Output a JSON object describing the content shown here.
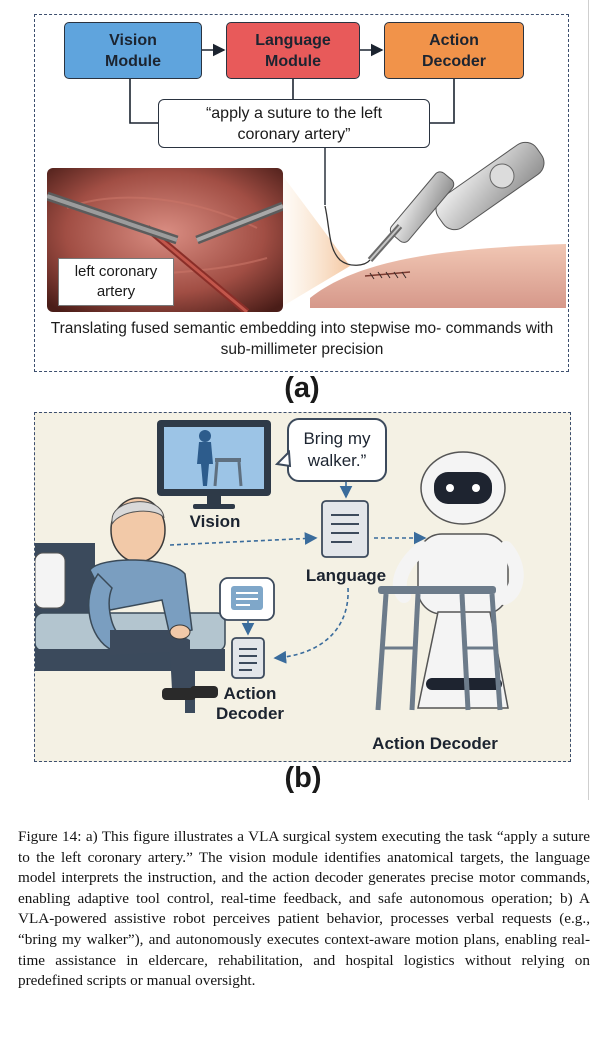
{
  "panel_a": {
    "modules": [
      {
        "label": "Vision\nModule",
        "color": "#5fa4dd"
      },
      {
        "label": "Language\nModule",
        "color": "#e85a5a"
      },
      {
        "label": "Action\nDecoder",
        "color": "#f1934a"
      }
    ],
    "instruction": "“apply a suture to the left coronary artery”",
    "artery_label": "left coronary artery",
    "caption": "Translating fused semantic embedding into stepwise mo- commands with sub-millimeter precision",
    "label": "(a)"
  },
  "panel_b": {
    "vision_label": "Vision",
    "speech": "Bring my walker.”",
    "language_label": "Language",
    "action_decoder_small": "Action Decoder",
    "action_decoder_robot": "Action Decoder",
    "label": "(b)"
  },
  "caption": {
    "text": "Figure 14: a) This figure illustrates a VLA surgical system executing the task “apply a suture to the left coronary artery.” The vision module identifies anatomical targets, the language model interprets the instruction, and the action decoder generates precise motor commands, enabling adaptive tool control, real-time feedback, and safe autonomous operation; b) A VLA-powered assistive robot perceives patient behavior, processes verbal requests (e.g., “bring my walker”), and autonomously executes context-aware motion plans, enabling real-time assistance in eldercare, rehabilitation, and hospital logistics without relying on predefined scripts or manual oversight."
  }
}
